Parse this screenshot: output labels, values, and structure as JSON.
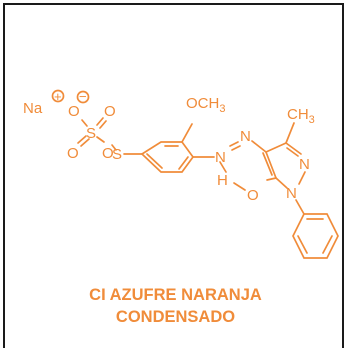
{
  "colors": {
    "structure": "#f08c3a",
    "border": "#1a1a1a",
    "background": "#ffffff"
  },
  "atoms": {
    "sodium": "Na",
    "plus_charge": "+",
    "minus_charge": "−",
    "oxygen": "O",
    "sulfur": "S",
    "nitrogen": "N",
    "hydrogen": "H",
    "carbon": "C",
    "h3_subscript": "3",
    "methoxy_prefix": "OCH",
    "methyl_prefix": "CH"
  },
  "caption": {
    "line1": "CI AZUFRE NARANJA",
    "line2": "CONDENSADO"
  }
}
